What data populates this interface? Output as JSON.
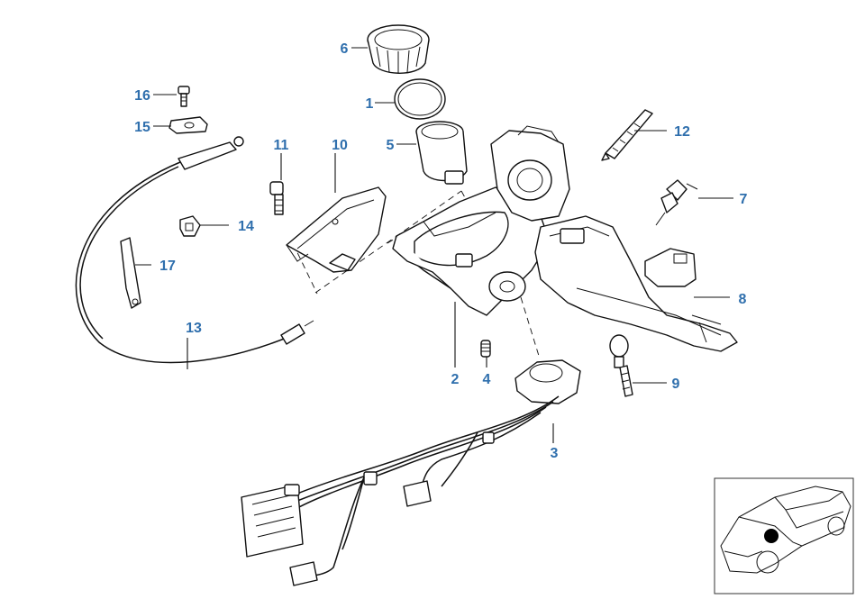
{
  "diagram": {
    "callouts": [
      {
        "id": "1",
        "label": "1"
      },
      {
        "id": "2",
        "label": "2"
      },
      {
        "id": "3",
        "label": "3"
      },
      {
        "id": "4",
        "label": "4"
      },
      {
        "id": "5",
        "label": "5"
      },
      {
        "id": "6",
        "label": "6"
      },
      {
        "id": "7",
        "label": "7"
      },
      {
        "id": "8",
        "label": "8"
      },
      {
        "id": "9",
        "label": "9"
      },
      {
        "id": "10",
        "label": "10"
      },
      {
        "id": "11",
        "label": "11"
      },
      {
        "id": "12",
        "label": "12"
      },
      {
        "id": "13",
        "label": "13"
      },
      {
        "id": "14",
        "label": "14"
      },
      {
        "id": "15",
        "label": "15"
      },
      {
        "id": "16",
        "label": "16"
      },
      {
        "id": "17",
        "label": "17"
      }
    ]
  },
  "colors": {
    "callout_text": "#2f6fad",
    "line": "#111111",
    "background": "#ffffff",
    "locator_dot": "#000000"
  }
}
